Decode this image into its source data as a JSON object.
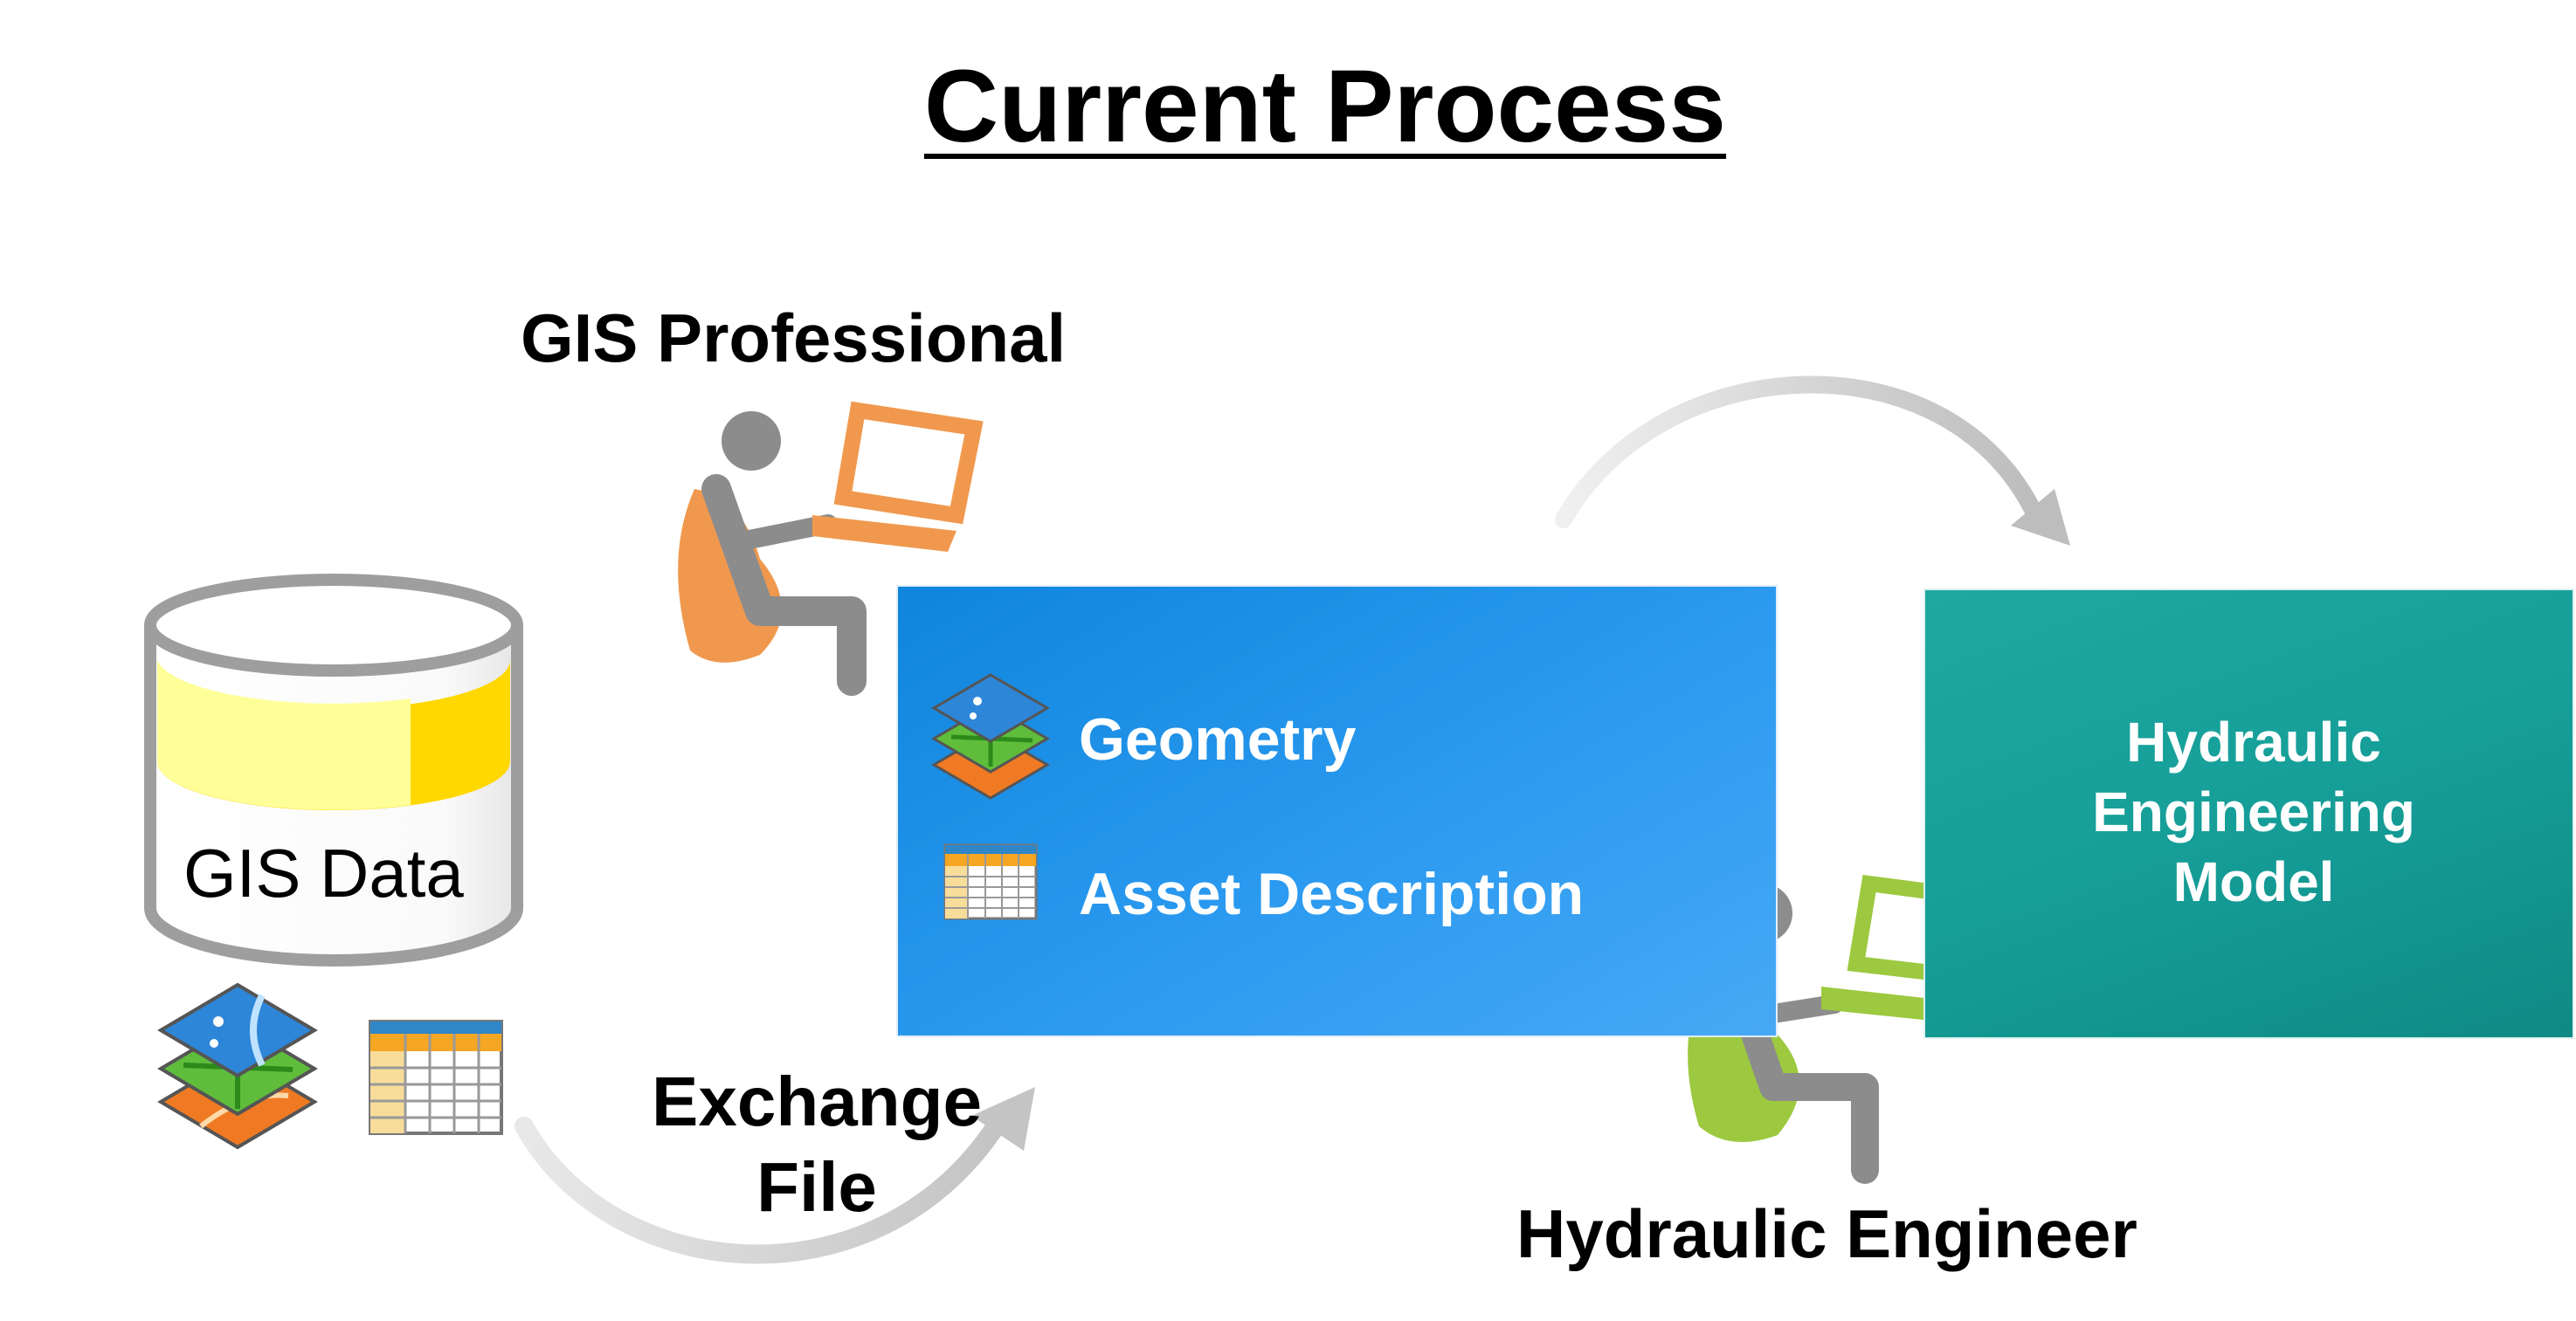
{
  "title": "Current Process",
  "actors": {
    "gis_professional": "GIS Professional",
    "hydraulic_engineer": "Hydraulic Engineer"
  },
  "database": {
    "label": "GIS Data"
  },
  "exchange": {
    "line1": "Exchange",
    "line2": "File"
  },
  "exchange_box": {
    "items": [
      "Geometry",
      "Asset Description"
    ]
  },
  "model_box": {
    "lines": [
      "Hydraulic",
      "Engineering",
      "Model"
    ]
  },
  "colors": {
    "blue_box": "#1f90e6",
    "teal_box": "#17a19b",
    "gis_professional_accent": "#f0994e",
    "hydraulic_engineer_accent": "#9cc93f",
    "database_band": "#ffd800",
    "arrow": "#c8c8c8"
  },
  "icons": [
    "database-icon",
    "map-layers-icon",
    "table-icon",
    "person-laptop-icon",
    "curved-arrow-icon"
  ]
}
